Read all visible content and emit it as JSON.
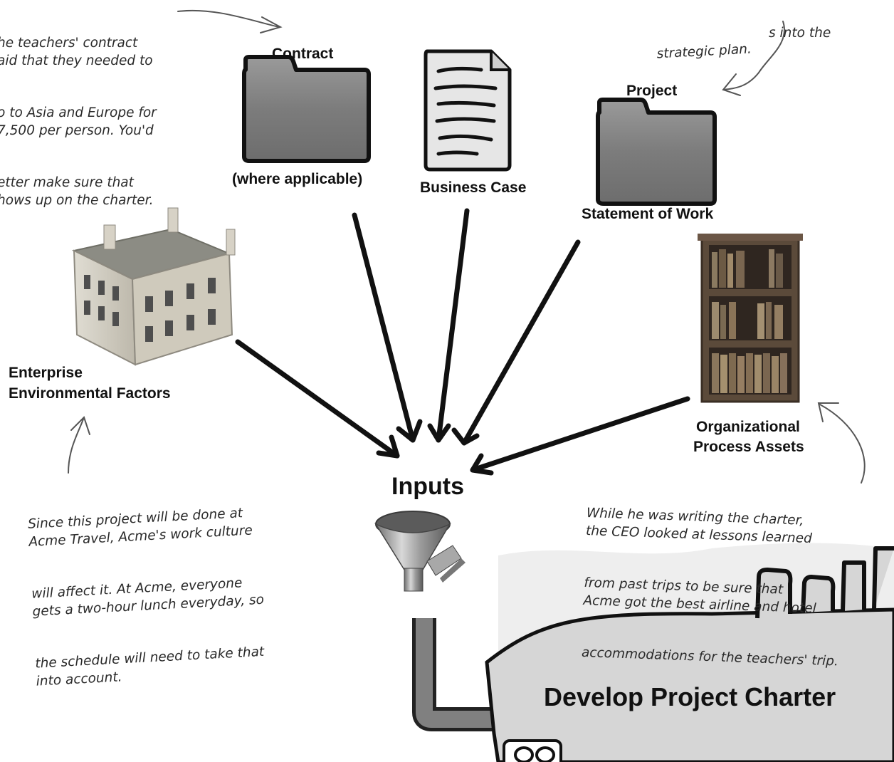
{
  "notes": {
    "contract_note": [
      "he teachers' contract",
      "aid that they needed to",
      "o to Asia and Europe for",
      "7,500 per person. You'd",
      "etter make sure that",
      "hows up on the charter."
    ],
    "strategic_note": [
      "s into the",
      "strategic plan."
    ],
    "enterprise_note": [
      "Since this project will be done at",
      "Acme Travel, Acme's work culture",
      "will affect it. At Acme, everyone",
      "gets a two-hour lunch everyday, so",
      "the schedule will need to take that",
      "into account."
    ],
    "opa_note": [
      "While he was writing the charter,",
      "the CEO looked at lessons learned",
      "from past trips to be sure that",
      "Acme got the best airline and hotel",
      "accommodations for the teachers' trip."
    ]
  },
  "inputs": {
    "contract": {
      "title": "Contract",
      "subtitle": "(where applicable)",
      "icon": "folder-icon"
    },
    "business_case": {
      "label": "Business Case",
      "icon": "document-icon"
    },
    "sow": {
      "title": "Project",
      "subtitle": "Statement of Work",
      "icon": "folder-icon"
    },
    "eef": {
      "line1": "Enterprise",
      "line2": "Environmental Factors",
      "icon": "building-icon"
    },
    "opa": {
      "line1": "Organizational",
      "line2": "Process Assets",
      "icon": "bookshelf-icon"
    }
  },
  "funnel_label": "Inputs",
  "process_title": "Develop Project Charter",
  "colors": {
    "folder": "#8a8a8a",
    "machine": "#d9d9d9",
    "ink": "#111111",
    "pipe": "#7d7d7d"
  }
}
